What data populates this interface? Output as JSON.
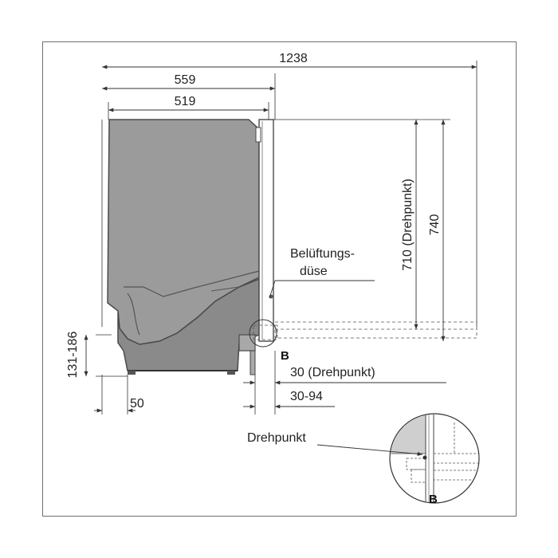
{
  "dimensions": {
    "overall_depth": "1238",
    "depth_with_panel": "559",
    "body_depth": "519",
    "height_pivot": "710 (Drehpunkt)",
    "total_height": "740",
    "foot_adjust": "131-186",
    "foot_offset": "50",
    "pivot_offset": "30 (Drehpunkt)",
    "plinth_range": "30-94"
  },
  "labels": {
    "vent_line1": "Belüftungs-",
    "vent_line2": "düse",
    "detail_marker": "B",
    "pivot": "Drehpunkt",
    "detail_label": "B"
  },
  "colors": {
    "body_fill": "#9b9b9b",
    "body_stroke": "#4a4a4a",
    "line": "#333333",
    "frame": "#6f6f6f"
  }
}
